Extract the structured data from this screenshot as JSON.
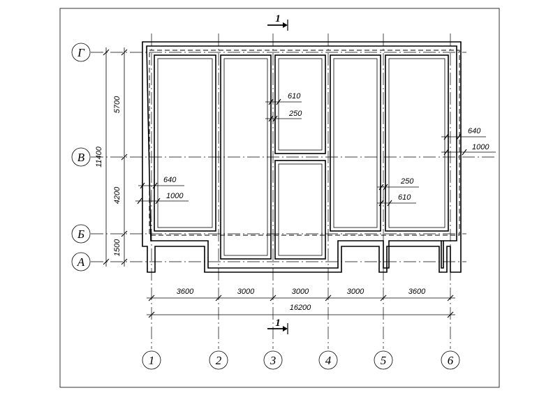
{
  "grid_columns": [
    "1",
    "2",
    "3",
    "4",
    "5",
    "6"
  ],
  "grid_rows": [
    "Г",
    "В",
    "Б",
    "А"
  ],
  "horizontal_dimensions": [
    "3600",
    "3000",
    "3000",
    "3000",
    "3600"
  ],
  "overall_width": "16200",
  "vertical_dimensions": [
    "5700",
    "4200",
    "1500"
  ],
  "overall_height": "11400",
  "section_mark": "1",
  "callouts": {
    "top_wall": [
      "610",
      "250"
    ],
    "right_wall": [
      "640",
      "1000"
    ],
    "left_wall": [
      "640",
      "1000"
    ],
    "inner_right": [
      "250",
      "610"
    ]
  }
}
